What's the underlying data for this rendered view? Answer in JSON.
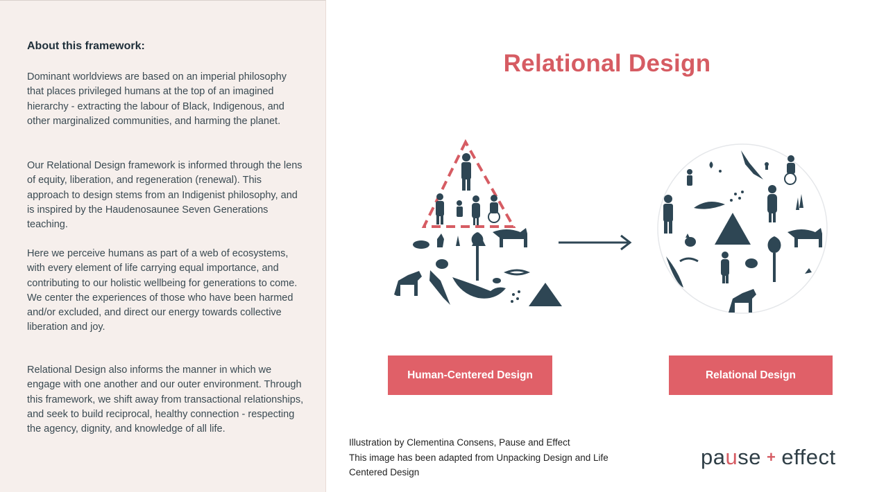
{
  "sidebar": {
    "heading": "About this framework:",
    "paragraphs": [
      "Dominant worldviews are based on an imperial philosophy that places privileged humans at the top of an imagined hierarchy - extracting the labour of Black, Indigenous, and other marginalized communities, and harming the planet.",
      "Our Relational Design framework is informed through the lens of equity, liberation, and regeneration (renewal). This approach to design stems from an Indigenist philosophy, and is inspired by the Haudenosaunee Seven Generations teaching.",
      "Here we perceive humans as part of a web of ecosystems, with every element of life carrying equal importance, and contributing to our holistic wellbeing for generations to come. We center the experiences of those who have been harmed and/or excluded, and direct our energy towards collective liberation and joy.",
      "Relational Design also informs the manner in which we engage with one another and our outer environment. Through this framework, we shift away from transactional relationships, and seek to build reciprocal, healthy connection - respecting the agency, dignity, and knowledge of all life."
    ]
  },
  "main": {
    "title": "Relational Design",
    "left_label": "Human-Centered Design",
    "right_label": "Relational Design",
    "credits": [
      "Illustration by Clementina Consens, Pause and Effect",
      "This image has been adapted from Unpacking Design and Life",
      "Centered Design"
    ],
    "logo": {
      "left": "pa",
      "mark": "u",
      "rest": "se",
      "plus": "+",
      "right": "effect"
    }
  },
  "colors": {
    "accent": "#d65c63",
    "button": "#e06068",
    "silhouette": "#2e4654",
    "sidebar_bg": "#f6efec"
  }
}
